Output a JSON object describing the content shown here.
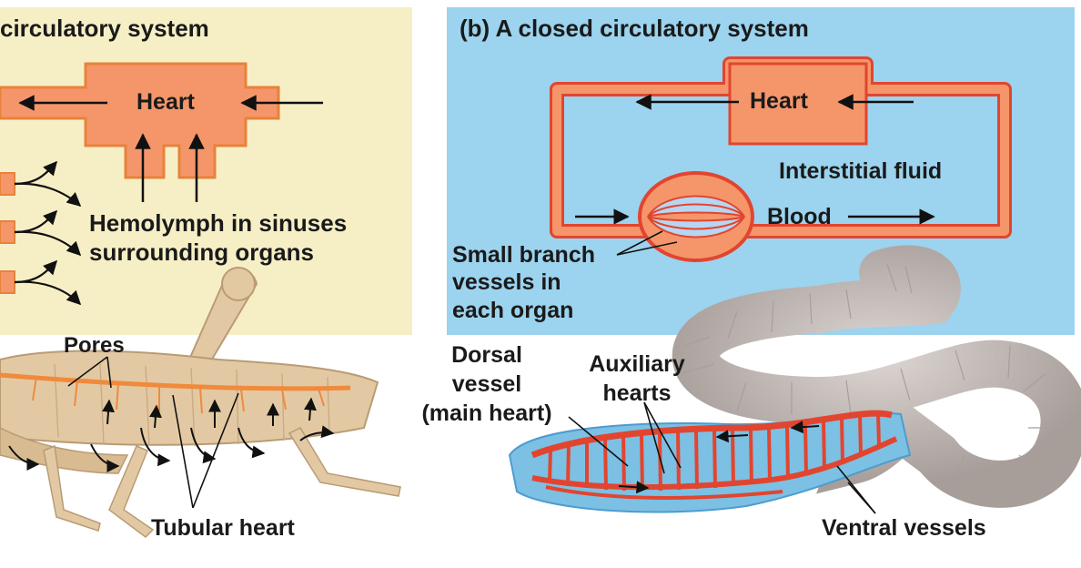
{
  "open_panel": {
    "title": "circulatory system",
    "heart": "Heart",
    "hemolymph_line1": "Hemolymph in sinuses",
    "hemolymph_line2": "surrounding organs",
    "pores": "Pores",
    "tubular_heart": "Tubular heart"
  },
  "closed_panel": {
    "title": "(b) A closed circulatory system",
    "heart": "Heart",
    "interstitial": "Interstitial fluid",
    "blood": "Blood",
    "small_branch_line1": "Small branch",
    "small_branch_line2": "vessels in",
    "small_branch_line3": "each organ",
    "dorsal_line1": "Dorsal",
    "dorsal_line2": "vessel",
    "dorsal_line3": "(main heart)",
    "auxiliary_line1": "Auxiliary",
    "auxiliary_line2": "hearts",
    "ventral": "Ventral vessels"
  },
  "colors": {
    "open_panel_bg": "#f6efc6",
    "closed_panel_bg": "#9cd3ee",
    "heart_fill": "#f4966a",
    "heart_stroke": "#e8823b",
    "vessel_red": "#e2452f",
    "grasshopper": "#e3c9a3",
    "worm_gray": "#c8bfbc",
    "worm_blue": "#7cc0e4"
  }
}
